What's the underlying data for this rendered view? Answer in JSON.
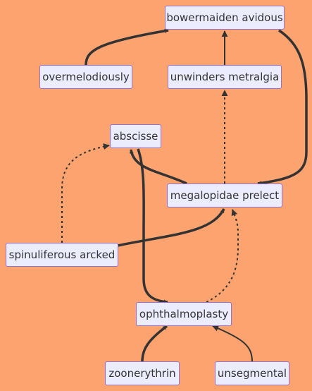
{
  "diagram": {
    "type": "flowchart",
    "colors": {
      "background": "#FDA36F",
      "node_fill": "#ECECFF",
      "node_border": "#9370DB",
      "edge": "#333333",
      "text": "#333333"
    },
    "nodes": {
      "bowermaiden": "bowermaiden avidous",
      "overmelodiously": "overmelodiously",
      "unwinders": "unwinders metralgia",
      "abscisse": "abscisse",
      "megalopidae": "megalopidae prelect",
      "spinuliferous": "spinuliferous arcked",
      "ophthalmoplasty": "ophthalmoplasty",
      "zoonerythrin": "zoonerythrin",
      "unsegmental": "unsegmental"
    },
    "edges": [
      {
        "from": "overmelodiously",
        "to": "bowermaiden",
        "style": "thick"
      },
      {
        "from": "unwinders",
        "to": "bowermaiden",
        "style": "normal"
      },
      {
        "from": "bowermaiden",
        "to": "megalopidae",
        "style": "thick"
      },
      {
        "from": "megalopidae",
        "to": "unwinders",
        "style": "dotted"
      },
      {
        "from": "megalopidae",
        "to": "abscisse",
        "style": "thick"
      },
      {
        "from": "spinuliferous",
        "to": "abscisse",
        "style": "dotted"
      },
      {
        "from": "spinuliferous",
        "to": "megalopidae",
        "style": "thick"
      },
      {
        "from": "abscisse",
        "to": "ophthalmoplasty",
        "style": "thick"
      },
      {
        "from": "ophthalmoplasty",
        "to": "megalopidae",
        "style": "dotted"
      },
      {
        "from": "zoonerythrin",
        "to": "ophthalmoplasty",
        "style": "thick"
      },
      {
        "from": "unsegmental",
        "to": "ophthalmoplasty",
        "style": "normal"
      }
    ]
  }
}
